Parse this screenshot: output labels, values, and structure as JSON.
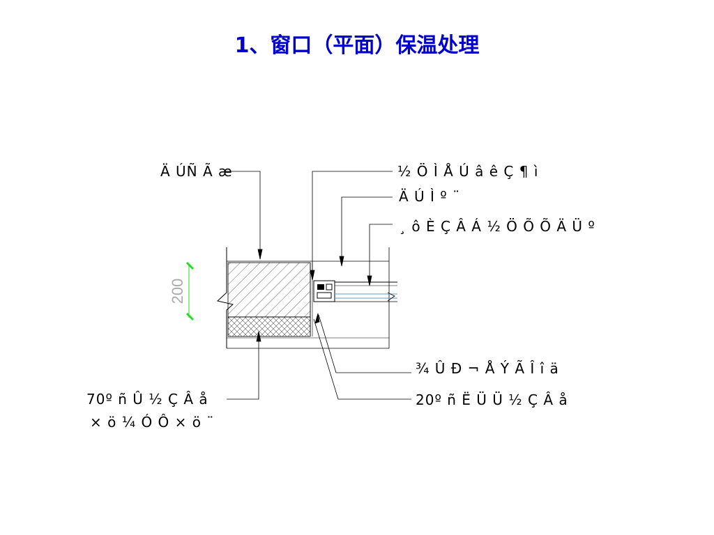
{
  "title": "1、窗口（平面）保温处理",
  "dimension": "200",
  "labels": {
    "top_left": "Ä ÚÑ Ã æ",
    "top_right_1": "½ Ö Ì Å Ú â ê Ç ¶ ì",
    "top_right_2": "Ä Ú Ì º ¨",
    "top_right_3": "¸ ô È Ç Â Á ½ Ö Õ Õ Ä Ü º",
    "bottom_right_1": "¾ Û Ð ¬ Å Ý Ã Î î ä",
    "bottom_right_2": "20º ñ Ë Ü Ü ½ Ç Â å",
    "bottom_left_1": "70º ñ Û ½ Ç Â å",
    "bottom_left_2": "× ö ¼ Ó Ô × ö ¨"
  },
  "colors": {
    "title": "#0000cc",
    "dim": "#aaaaaa",
    "dim_tick": "#22dd22",
    "line": "#000000"
  }
}
